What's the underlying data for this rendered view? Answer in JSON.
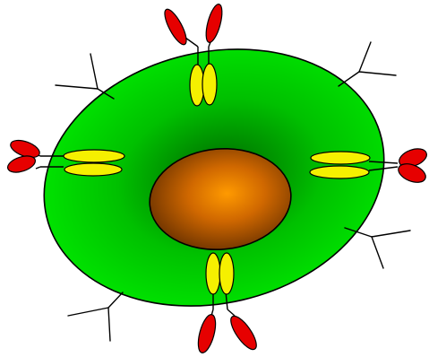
{
  "illustration": {
    "subject": "cell",
    "colors": {
      "background": "#ffffff",
      "cytoplasm_center": "#006400",
      "cytoplasm_edge": "#00e600",
      "nucleus_center": "#ff9a00",
      "nucleus_edge": "#6b3200",
      "stem": "#f5f000",
      "tip": "#e60000",
      "outline": "#000000"
    },
    "components": [
      "cell-membrane",
      "cytoplasm",
      "nucleus",
      "receptors",
      "antibodies"
    ]
  }
}
